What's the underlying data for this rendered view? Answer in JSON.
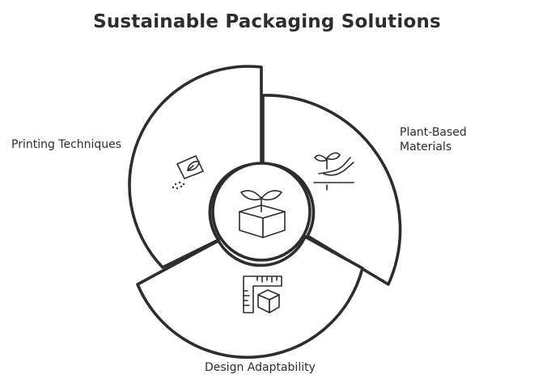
{
  "title": "Sustainable Packaging Solutions",
  "segments": [
    {
      "label": "Plant-Based Materials",
      "icon": "sprout-hand-icon"
    },
    {
      "label": "Design Adaptability",
      "icon": "ruler-cube-icon"
    },
    {
      "label": "Printing Techniques",
      "icon": "printed-leaf-label-icon"
    }
  ],
  "center": {
    "icon": "sprout-box-icon"
  },
  "colors": {
    "stroke": "#2d2d2d",
    "fill": "#ffffff"
  }
}
